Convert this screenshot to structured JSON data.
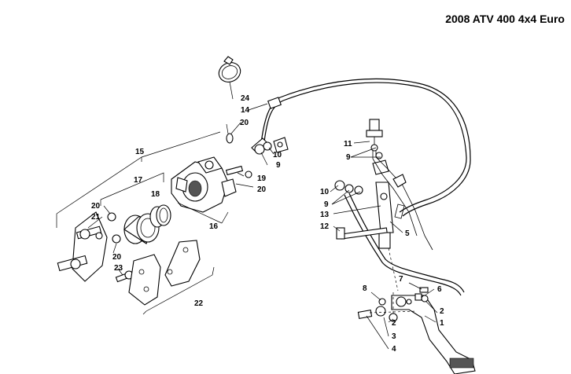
{
  "title": "2008 ATV 400 4x4 Euro",
  "callouts": [
    {
      "id": "c1",
      "text": "1"
    },
    {
      "id": "c2a",
      "text": "2"
    },
    {
      "id": "c2b",
      "text": "2"
    },
    {
      "id": "c3",
      "text": "3"
    },
    {
      "id": "c4",
      "text": "4"
    },
    {
      "id": "c5",
      "text": "5"
    },
    {
      "id": "c6",
      "text": "6"
    },
    {
      "id": "c7",
      "text": "7"
    },
    {
      "id": "c8",
      "text": "8"
    },
    {
      "id": "c9a",
      "text": "9"
    },
    {
      "id": "c9b",
      "text": "9"
    },
    {
      "id": "c9c",
      "text": "9"
    },
    {
      "id": "c10a",
      "text": "10"
    },
    {
      "id": "c10b",
      "text": "10"
    },
    {
      "id": "c11",
      "text": "11"
    },
    {
      "id": "c12",
      "text": "12"
    },
    {
      "id": "c13",
      "text": "13"
    },
    {
      "id": "c14",
      "text": "14"
    },
    {
      "id": "c15",
      "text": "15"
    },
    {
      "id": "c16",
      "text": "16"
    },
    {
      "id": "c17",
      "text": "17"
    },
    {
      "id": "c18",
      "text": "18"
    },
    {
      "id": "c19",
      "text": "19"
    },
    {
      "id": "c20a",
      "text": "20"
    },
    {
      "id": "c20b",
      "text": "20"
    },
    {
      "id": "c20c",
      "text": "20"
    },
    {
      "id": "c20d",
      "text": "20"
    },
    {
      "id": "c21",
      "text": "21"
    },
    {
      "id": "c22",
      "text": "22"
    },
    {
      "id": "c23",
      "text": "23"
    },
    {
      "id": "c24",
      "text": "24"
    }
  ]
}
